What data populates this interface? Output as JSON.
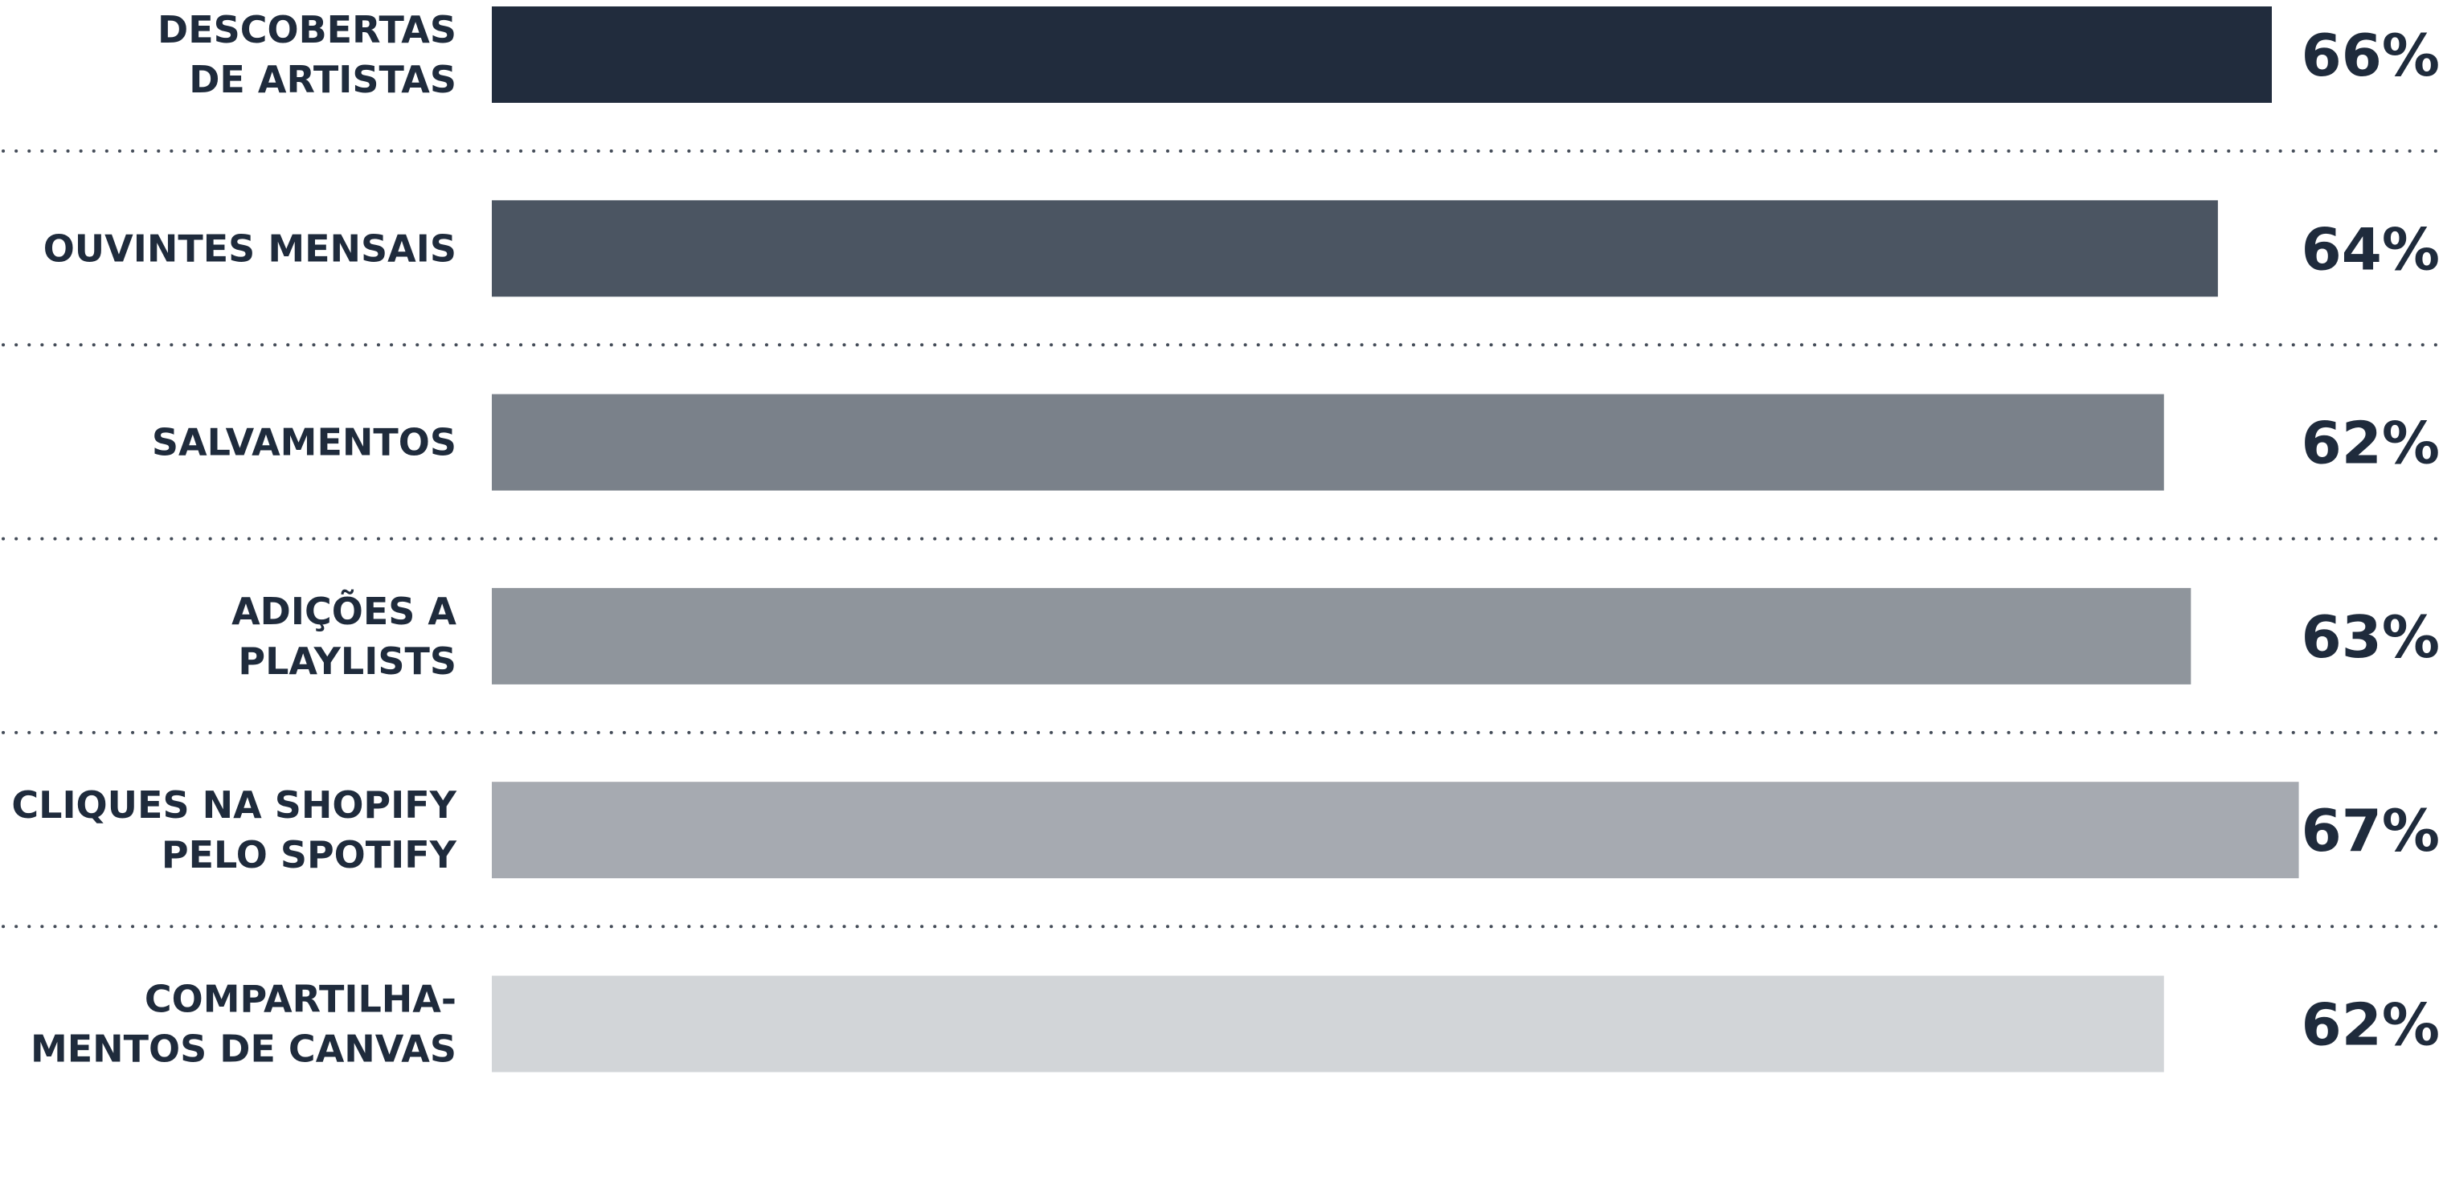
{
  "chart_data": {
    "type": "bar",
    "orientation": "horizontal",
    "unit": "%",
    "categories": [
      [
        "DESCOBERTAS",
        "DE ARTISTAS"
      ],
      [
        "OUVINTES MENSAIS"
      ],
      [
        "SALVAMENTOS"
      ],
      [
        "ADIÇÕES A",
        "PLAYLISTS"
      ],
      [
        "CLIQUES NA SHOPIFY",
        "PELO SPOTIFY"
      ],
      [
        "COMPARTILHA-",
        "MENTOS DE CANVAS"
      ]
    ],
    "values": [
      66,
      64,
      62,
      63,
      67,
      62
    ],
    "value_labels": [
      "66%",
      "64%",
      "62%",
      "63%",
      "67%",
      "62%"
    ],
    "bar_colors": [
      "#212c3d",
      "#4b5562",
      "#7a818a",
      "#8f959c",
      "#a6aab1",
      "#d2d5d8"
    ],
    "title": "",
    "xlabel": "",
    "ylabel": "",
    "grid": false,
    "separators": "dotted"
  },
  "colors": {
    "text": "#1f2b3c"
  }
}
